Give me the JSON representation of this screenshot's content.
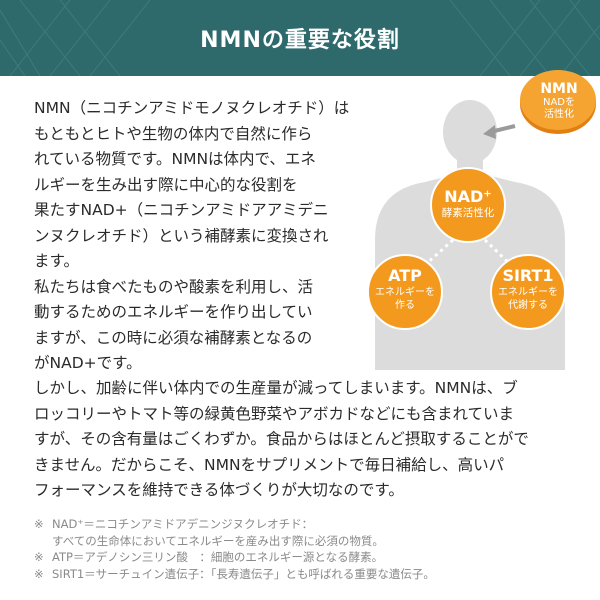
{
  "header": {
    "title": "NMNの重要な役割"
  },
  "intro": {
    "lines": [
      "NMN（ニコチンアミドモノヌクレオチド）は",
      "もともとヒトや生物の体内で自然に作ら",
      "れている物質です。NMNは体内で、エネ",
      "ルギーを生み出す際に中心的な役割を",
      "果たすNAD+（ニコチンアミドアアミデニ",
      "ンヌクレオチド）という補酵素に変換され",
      "ます。",
      "私たちは食べたものや酸素を利用し、活",
      "動するためのエネルギーを作り出してい",
      "ますが、この時に必須な補酵素となるの",
      "がNAD+です。"
    ]
  },
  "body": {
    "lines": [
      "しかし、加齢に伴い体内での生産量が減ってしまいます。NMNは、ブ",
      "ロッコリーやトマト等の緑黄色野菜やアボカドなどにも含まれていま",
      "すが、その含有量はごくわずか。食品からはほとんど摂取することがで",
      "きません。だからこそ、NMNをサプリメントで毎日補給し、高いパ",
      "フォーマンスを維持できる体づくりが大切なのです。"
    ]
  },
  "notes": {
    "mark": "※",
    "nad_line1": "NAD⁺＝ニコチンアミドアデニンジヌクレオチド：",
    "nad_line2": "すべての生命体においてエネルギーを産み出す際に必須の物質。",
    "atp": "ATP＝アデノシン三リン酸　：細胞のエネルギー源となる酵素。",
    "sirt1": "SIRT1＝サーチュイン遺伝子：「長寿遺伝子」とも呼ばれる重要な遺伝子。"
  },
  "diagram": {
    "nmn": {
      "title": "NMN",
      "line1": "NADを",
      "line2": "活性化"
    },
    "nad": {
      "title": "NAD⁺",
      "sub": "酵素活性化"
    },
    "atp": {
      "title": "ATP",
      "line1": "エネルギーを",
      "line2": "作る"
    },
    "sirt1": {
      "title": "SIRT1",
      "line1": "エネルギーを",
      "line2": "代謝する"
    }
  },
  "colors": {
    "header_bg": "#2e6a6c",
    "orange": "#f39a1e",
    "body_gray": "#dcdcdc",
    "note_gray": "#8a8a8a"
  }
}
